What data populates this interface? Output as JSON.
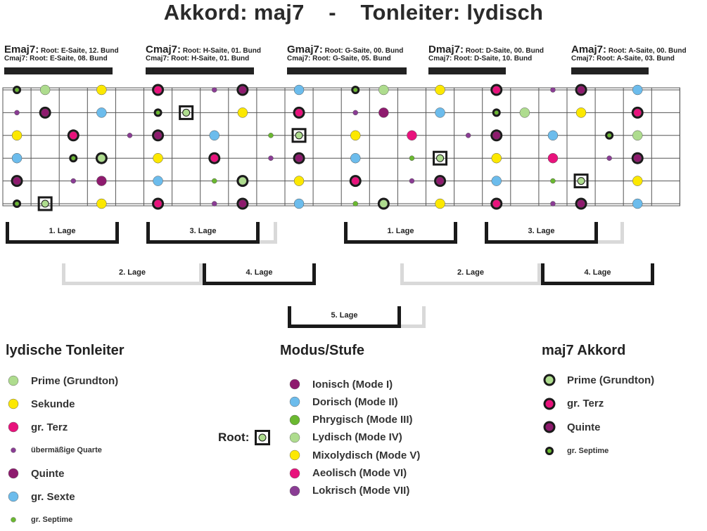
{
  "title": {
    "chord_label": "Akkord: maj7",
    "separator": "-",
    "scale_label": "Tonleiter: lydisch"
  },
  "colors": {
    "prime": "#aedc8e",
    "second": "#fce800",
    "third": "#e8127c",
    "fourth": "#8a3c94",
    "fifth": "#8e1a6e",
    "sixth": "#6cbcec",
    "seventh": "#6ab830",
    "ring": "#1a1a1a",
    "fret_line": "#555555",
    "lage_solid": "#1a1a1a",
    "lage_faded": "#d9d9d9"
  },
  "chords": [
    {
      "name": "Emaj7:",
      "root_info": "Root: E-Saite, 12. Bund",
      "cmaj_info": "Cmaj7: Root: E-Saite, 08. Bund"
    },
    {
      "name": "Cmaj7:",
      "root_info": "Root: H-Saite, 01. Bund",
      "cmaj_info": "Cmaj7: Root: H-Saite, 01. Bund"
    },
    {
      "name": "Gmaj7:",
      "root_info": "Root: G-Saite, 00. Bund",
      "cmaj_info": "Cmaj7: Root: G-Saite, 05. Bund"
    },
    {
      "name": "Dmaj7:",
      "root_info": "Root: D-Saite, 00. Bund",
      "cmaj_info": "Cmaj7: Root: D-Saite, 10. Bund"
    },
    {
      "name": "Amaj7:",
      "root_info": "Root: A-Saite, 00. Bund",
      "cmaj_info": "Cmaj7: Root: A-Saite, 03. Bund"
    }
  ],
  "fretboard": {
    "strings": 6,
    "frets": 24,
    "notes": [
      {
        "string": 1,
        "fret": 1,
        "degree": "seventh",
        "chord": true
      },
      {
        "string": 1,
        "fret": 2,
        "degree": "prime"
      },
      {
        "string": 1,
        "fret": 4,
        "degree": "second"
      },
      {
        "string": 1,
        "fret": 6,
        "degree": "third",
        "chord": true
      },
      {
        "string": 1,
        "fret": 8,
        "degree": "fourth"
      },
      {
        "string": 1,
        "fret": 9,
        "degree": "fifth",
        "chord": true
      },
      {
        "string": 1,
        "fret": 11,
        "degree": "sixth"
      },
      {
        "string": 1,
        "fret": 13,
        "degree": "seventh",
        "chord": true
      },
      {
        "string": 1,
        "fret": 14,
        "degree": "prime"
      },
      {
        "string": 1,
        "fret": 16,
        "degree": "second"
      },
      {
        "string": 1,
        "fret": 18,
        "degree": "third",
        "chord": true
      },
      {
        "string": 1,
        "fret": 20,
        "degree": "fourth"
      },
      {
        "string": 1,
        "fret": 21,
        "degree": "fifth",
        "chord": true
      },
      {
        "string": 1,
        "fret": 23,
        "degree": "sixth"
      },
      {
        "string": 2,
        "fret": 1,
        "degree": "fourth"
      },
      {
        "string": 2,
        "fret": 2,
        "degree": "fifth",
        "chord": true
      },
      {
        "string": 2,
        "fret": 4,
        "degree": "sixth"
      },
      {
        "string": 2,
        "fret": 6,
        "degree": "seventh",
        "chord": true
      },
      {
        "string": 2,
        "fret": 7,
        "degree": "prime",
        "root": true
      },
      {
        "string": 2,
        "fret": 9,
        "degree": "second"
      },
      {
        "string": 2,
        "fret": 11,
        "degree": "third",
        "chord": true
      },
      {
        "string": 2,
        "fret": 13,
        "degree": "fourth"
      },
      {
        "string": 2,
        "fret": 14,
        "degree": "fifth"
      },
      {
        "string": 2,
        "fret": 16,
        "degree": "sixth"
      },
      {
        "string": 2,
        "fret": 18,
        "degree": "seventh",
        "chord": true
      },
      {
        "string": 2,
        "fret": 19,
        "degree": "prime"
      },
      {
        "string": 2,
        "fret": 21,
        "degree": "second"
      },
      {
        "string": 2,
        "fret": 23,
        "degree": "third",
        "chord": true
      },
      {
        "string": 3,
        "fret": 1,
        "degree": "second"
      },
      {
        "string": 3,
        "fret": 3,
        "degree": "third",
        "chord": true
      },
      {
        "string": 3,
        "fret": 5,
        "degree": "fourth"
      },
      {
        "string": 3,
        "fret": 6,
        "degree": "fifth",
        "chord": true
      },
      {
        "string": 3,
        "fret": 8,
        "degree": "sixth"
      },
      {
        "string": 3,
        "fret": 10,
        "degree": "seventh"
      },
      {
        "string": 3,
        "fret": 11,
        "degree": "prime",
        "root": true
      },
      {
        "string": 3,
        "fret": 13,
        "degree": "second"
      },
      {
        "string": 3,
        "fret": 15,
        "degree": "third"
      },
      {
        "string": 3,
        "fret": 17,
        "degree": "fourth"
      },
      {
        "string": 3,
        "fret": 18,
        "degree": "fifth",
        "chord": true
      },
      {
        "string": 3,
        "fret": 20,
        "degree": "sixth"
      },
      {
        "string": 3,
        "fret": 22,
        "degree": "seventh",
        "chord": true
      },
      {
        "string": 3,
        "fret": 23,
        "degree": "prime"
      },
      {
        "string": 4,
        "fret": 1,
        "degree": "sixth"
      },
      {
        "string": 4,
        "fret": 3,
        "degree": "seventh",
        "chord": true
      },
      {
        "string": 4,
        "fret": 4,
        "degree": "prime",
        "chord": true
      },
      {
        "string": 4,
        "fret": 6,
        "degree": "second"
      },
      {
        "string": 4,
        "fret": 8,
        "degree": "third",
        "chord": true
      },
      {
        "string": 4,
        "fret": 10,
        "degree": "fourth"
      },
      {
        "string": 4,
        "fret": 11,
        "degree": "fifth",
        "chord": true
      },
      {
        "string": 4,
        "fret": 13,
        "degree": "sixth"
      },
      {
        "string": 4,
        "fret": 15,
        "degree": "seventh"
      },
      {
        "string": 4,
        "fret": 16,
        "degree": "prime",
        "root": true
      },
      {
        "string": 4,
        "fret": 18,
        "degree": "second"
      },
      {
        "string": 4,
        "fret": 20,
        "degree": "third"
      },
      {
        "string": 4,
        "fret": 22,
        "degree": "fourth"
      },
      {
        "string": 4,
        "fret": 23,
        "degree": "fifth",
        "chord": true
      },
      {
        "string": 5,
        "fret": 1,
        "degree": "fifth",
        "chord": true
      },
      {
        "string": 5,
        "fret": 3,
        "degree": "fourth"
      },
      {
        "string": 5,
        "fret": 4,
        "degree": "fifth"
      },
      {
        "string": 5,
        "fret": 6,
        "degree": "sixth"
      },
      {
        "string": 5,
        "fret": 8,
        "degree": "seventh"
      },
      {
        "string": 5,
        "fret": 9,
        "degree": "prime",
        "chord": true
      },
      {
        "string": 5,
        "fret": 11,
        "degree": "second"
      },
      {
        "string": 5,
        "fret": 13,
        "degree": "third",
        "chord": true
      },
      {
        "string": 5,
        "fret": 15,
        "degree": "fourth"
      },
      {
        "string": 5,
        "fret": 16,
        "degree": "fifth",
        "chord": true
      },
      {
        "string": 5,
        "fret": 18,
        "degree": "sixth"
      },
      {
        "string": 5,
        "fret": 20,
        "degree": "seventh"
      },
      {
        "string": 5,
        "fret": 21,
        "degree": "prime",
        "root": true
      },
      {
        "string": 5,
        "fret": 23,
        "degree": "second"
      },
      {
        "string": 6,
        "fret": 1,
        "degree": "seventh",
        "chord": true
      },
      {
        "string": 6,
        "fret": 2,
        "degree": "prime",
        "root": true
      },
      {
        "string": 6,
        "fret": 4,
        "degree": "second"
      },
      {
        "string": 6,
        "fret": 6,
        "degree": "third",
        "chord": true
      },
      {
        "string": 6,
        "fret": 8,
        "degree": "fourth"
      },
      {
        "string": 6,
        "fret": 9,
        "degree": "fifth",
        "chord": true
      },
      {
        "string": 6,
        "fret": 11,
        "degree": "sixth"
      },
      {
        "string": 6,
        "fret": 13,
        "degree": "seventh"
      },
      {
        "string": 6,
        "fret": 14,
        "degree": "prime",
        "chord": true
      },
      {
        "string": 6,
        "fret": 16,
        "degree": "second"
      },
      {
        "string": 6,
        "fret": 18,
        "degree": "third",
        "chord": true
      },
      {
        "string": 6,
        "fret": 20,
        "degree": "fourth"
      },
      {
        "string": 6,
        "fret": 21,
        "degree": "fifth",
        "chord": true
      },
      {
        "string": 6,
        "fret": 23,
        "degree": "sixth"
      }
    ]
  },
  "positions": [
    {
      "label": "1. Lage",
      "style": "solid"
    },
    {
      "label": "2. Lage",
      "style": "faded"
    },
    {
      "label": "3. Lage",
      "style": "solid"
    },
    {
      "label": "4. Lage",
      "style": "solid"
    },
    {
      "label": "5. Lage",
      "style": "solid"
    },
    {
      "label": "1. Lage",
      "style": "solid"
    },
    {
      "label": "2. Lage",
      "style": "faded"
    },
    {
      "label": "3. Lage",
      "style": "solid"
    },
    {
      "label": "4. Lage",
      "style": "solid"
    }
  ],
  "legend_scale": {
    "title": "lydische Tonleiter",
    "items": [
      {
        "label": "Prime (Grundton)",
        "degree": "prime",
        "size": "large"
      },
      {
        "label": "Sekunde",
        "degree": "second",
        "size": "large"
      },
      {
        "label": "gr. Terz",
        "degree": "third",
        "size": "large"
      },
      {
        "label": "übermäßige Quarte",
        "degree": "fourth",
        "size": "small"
      },
      {
        "label": "Quinte",
        "degree": "fifth",
        "size": "large"
      },
      {
        "label": "gr. Sexte",
        "degree": "sixth",
        "size": "large"
      },
      {
        "label": "gr. Septime",
        "degree": "seventh",
        "size": "small"
      }
    ]
  },
  "legend_modes": {
    "title": "Modus/Stufe",
    "items": [
      {
        "label": "Ionisch (Mode I)",
        "color": "#8e1a6e"
      },
      {
        "label": "Dorisch (Mode II)",
        "color": "#6cbcec"
      },
      {
        "label": "Phrygisch (Mode III)",
        "color": "#6ab830"
      },
      {
        "label": "Lydisch (Mode IV)",
        "color": "#aedc8e"
      },
      {
        "label": "Mixolydisch (Mode V)",
        "color": "#fce800"
      },
      {
        "label": "Aeolisch (Mode VI)",
        "color": "#e8127c"
      },
      {
        "label": "Lokrisch (Mode VII)",
        "color": "#8a3c94"
      }
    ]
  },
  "legend_chord": {
    "title": "maj7 Akkord",
    "items": [
      {
        "label": "Prime (Grundton)",
        "degree": "prime",
        "size": "large"
      },
      {
        "label": "gr. Terz",
        "degree": "third",
        "size": "large"
      },
      {
        "label": "Quinte",
        "degree": "fifth",
        "size": "large"
      },
      {
        "label": "gr. Septime",
        "degree": "seventh",
        "size": "small"
      }
    ]
  },
  "root_legend": {
    "label": "Root:"
  }
}
